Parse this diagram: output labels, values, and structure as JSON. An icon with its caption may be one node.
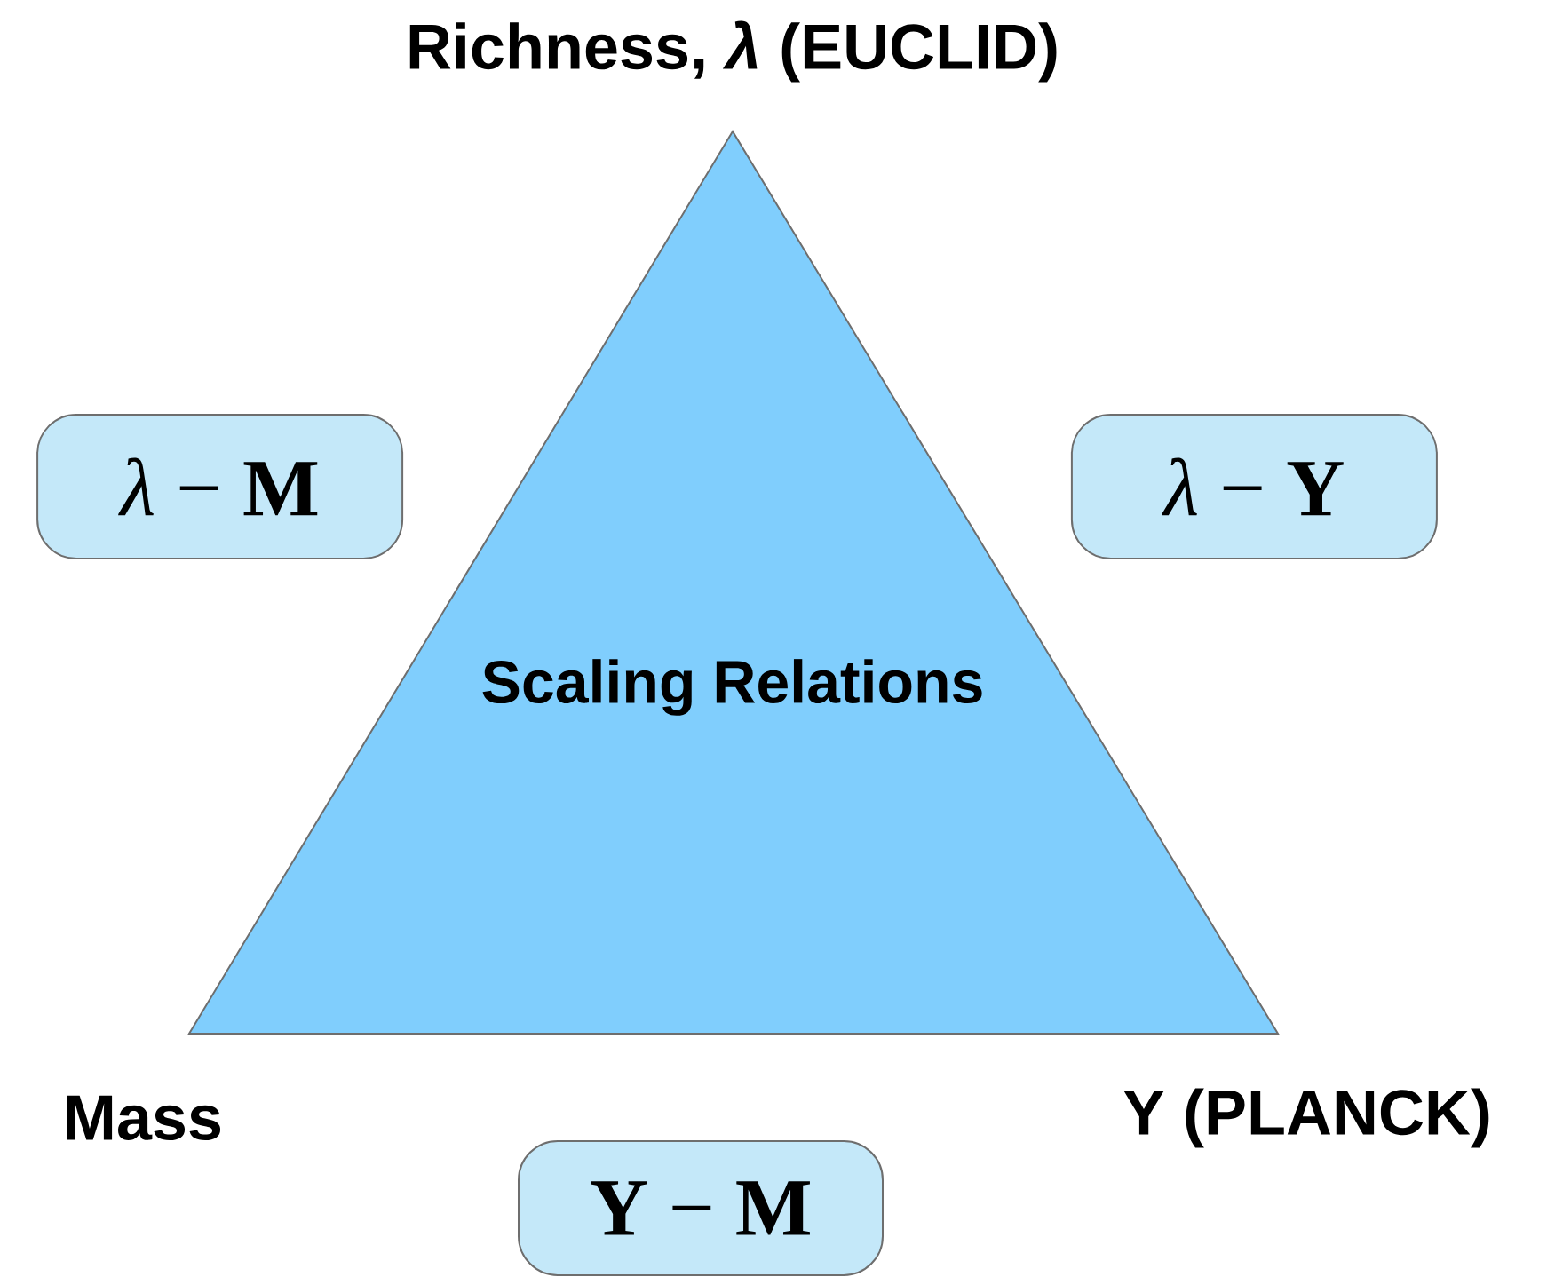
{
  "diagram": {
    "nodes": [
      {
        "text": [
          "Scaling Relations"
        ]
      },
      {
        "text": [
          "*λ* − **M**"
        ]
      },
      {
        "text": [
          "*λ* − **Y**"
        ]
      },
      {
        "text": [
          "**Y** − **M**"
        ]
      }
    ],
    "labels": [
      "Richness, *λ* (EUCLID)",
      "Mass",
      "Y (PLANCK)"
    ]
  }
}
